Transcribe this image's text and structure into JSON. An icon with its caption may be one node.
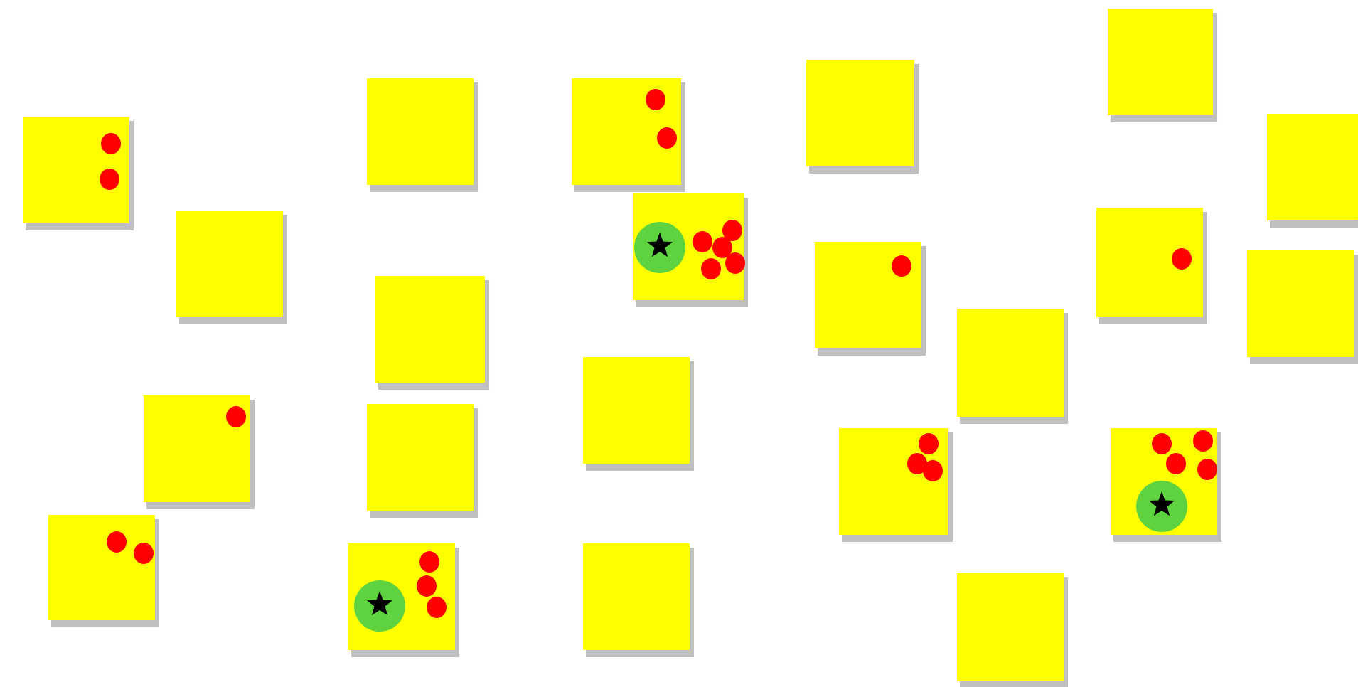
{
  "diagram": {
    "nodes": [
      {
        "text": [],
        "shape": "box"
      },
      {
        "text": [],
        "shape": "box"
      },
      {
        "text": [],
        "shape": "box"
      },
      {
        "text": [],
        "shape": "box"
      },
      {
        "text": [],
        "shape": "box"
      },
      {
        "text": [],
        "shape": "box"
      },
      {
        "text": [],
        "shape": "box"
      },
      {
        "text": [],
        "shape": "box"
      },
      {
        "text": [],
        "shape": "box"
      },
      {
        "text": [],
        "shape": "box"
      },
      {
        "text": [],
        "shape": "box"
      },
      {
        "text": [],
        "shape": "box"
      },
      {
        "text": [],
        "shape": "box"
      },
      {
        "text": [],
        "shape": "box"
      },
      {
        "text": [],
        "shape": "box"
      },
      {
        "text": [],
        "shape": "box"
      },
      {
        "text": [],
        "shape": "box"
      },
      {
        "text": [],
        "shape": "box"
      },
      {
        "text": [],
        "shape": "box"
      },
      {
        "text": [],
        "shape": "box"
      },
      {
        "text": [],
        "shape": "box"
      },
      {
        "text": [],
        "shape": "box"
      }
    ]
  }
}
